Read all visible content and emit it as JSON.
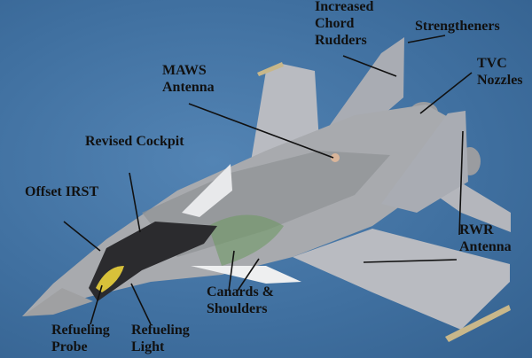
{
  "colors": {
    "background": "#4576a6",
    "airframe": "#b4b6bc",
    "airframe_dark": "#8f9194",
    "primer_green": "#6f9a66",
    "label": "#111111"
  },
  "labels": {
    "rudders": [
      "Increased",
      "Chord",
      "Rudders"
    ],
    "strengtheners": [
      "Strengtheners"
    ],
    "maws": [
      "MAWS",
      "Antenna"
    ],
    "tvc": [
      "TVC",
      "Nozzles"
    ],
    "cockpit": [
      "Revised Cockpit"
    ],
    "irst": [
      "Offset IRST"
    ],
    "rwr": [
      "RWR",
      "Antenna"
    ],
    "canards": [
      "Canards &",
      "Shoulders"
    ],
    "probe": [
      "Refueling",
      "Probe"
    ],
    "light": [
      "Refueling",
      "Light"
    ]
  }
}
